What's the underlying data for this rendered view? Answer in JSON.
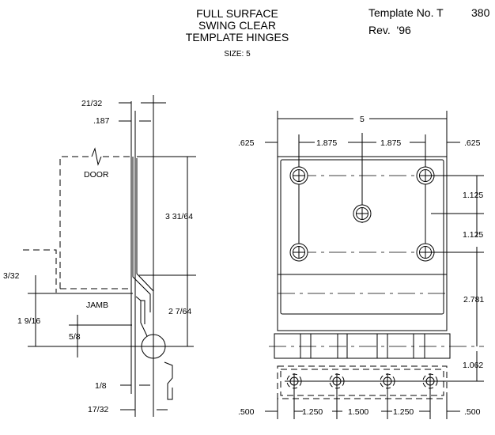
{
  "header": {
    "title_lines": [
      "FULL SURFACE",
      "SWING CLEAR",
      "TEMPLATE HINGES"
    ],
    "size_label": "SIZE:",
    "size_value": "5",
    "template_label": "Template No. T",
    "template_number": "380",
    "revision_label": "Rev.",
    "revision_value": "'96"
  },
  "side_view": {
    "dims": {
      "top1": "21/32",
      "top2": ".187",
      "height_upper": "3 31/64",
      "height_lower": "2 7/64",
      "offset": "3/32",
      "jamb_depth": "1 9/16",
      "pin_offset": "5/8",
      "bottom1": "1/8",
      "bottom2": "17/32"
    },
    "labels": {
      "door": "DOOR",
      "jamb": "JAMB"
    }
  },
  "front_view": {
    "dims": {
      "width": "5",
      "edge_left": ".625",
      "spacing_left": "1.875",
      "spacing_right": "1.875",
      "edge_right": ".625",
      "v1": "1.125",
      "v2": "1.125",
      "v3": "2.781",
      "v4": "1.062",
      "b_edge_left": ".500",
      "b1": "1.250",
      "b2": "1.500",
      "b3": "1.250",
      "b_edge_right": ".500"
    }
  }
}
